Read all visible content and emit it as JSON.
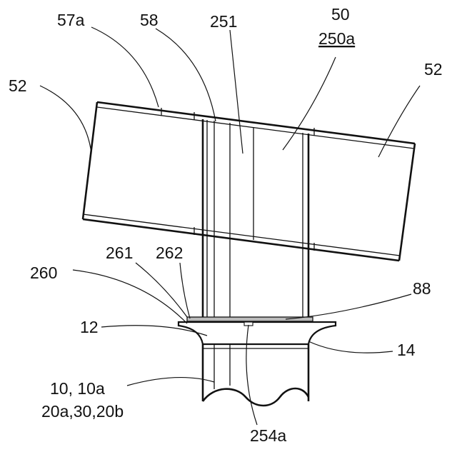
{
  "figure": {
    "labels": {
      "l_57a": "57a",
      "l_58": "58",
      "l_251": "251",
      "l_50": "50",
      "l_250a": "250a",
      "l_52_left": "52",
      "l_52_right": "52",
      "l_261": "261",
      "l_262": "262",
      "l_260": "260",
      "l_88": "88",
      "l_12": "12",
      "l_14": "14",
      "l_10_10a": "10, 10a",
      "l_20a_30_20b": "20a,30,20b",
      "l_254a": "254a"
    }
  }
}
